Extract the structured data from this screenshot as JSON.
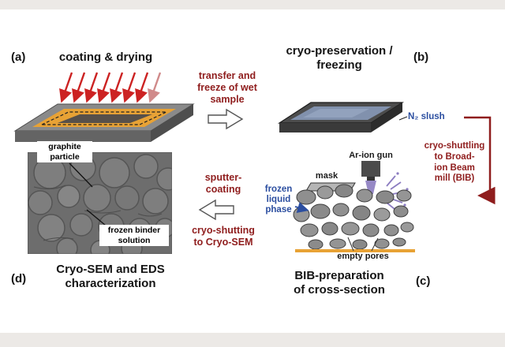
{
  "figure": {
    "panel_a": {
      "label": "(a)",
      "title": "coating & drying"
    },
    "panel_b": {
      "label": "(b)",
      "title": "cryo-preservation /\nfreezing",
      "n2_slush": "N₂ slush"
    },
    "panel_c": {
      "label": "(c)",
      "title": "BIB-preparation\nof cross-section",
      "ar_ion_gun": "Ar-ion gun",
      "mask": "mask",
      "frozen_liquid_phase": "frozen\nliquid\nphase",
      "empty_pores": "empty pores"
    },
    "panel_d": {
      "label": "(d)",
      "title": "Cryo-SEM and EDS\ncharacterization",
      "graphite_particle": "graphite\nparticle",
      "frozen_binder": "frozen binder\nsolution"
    },
    "transfers": {
      "a_to_b": "transfer and\nfreeze of wet\nsample",
      "b_to_c": "cryo-shuttling\nto Broad-\nion Beam\nmill (BIB)",
      "c_to_d_top": "sputter-\ncoating",
      "c_to_d_bottom": "cryo-shutting\nto Cryo-SEM"
    }
  },
  "colors": {
    "transfer_red": "#8f1d1d",
    "annotation_blue": "#2b4ea0",
    "coating_orange": "#e8a235",
    "beam_purple": "#8b7cc0",
    "drying_arrow_red": "#cc2222"
  }
}
